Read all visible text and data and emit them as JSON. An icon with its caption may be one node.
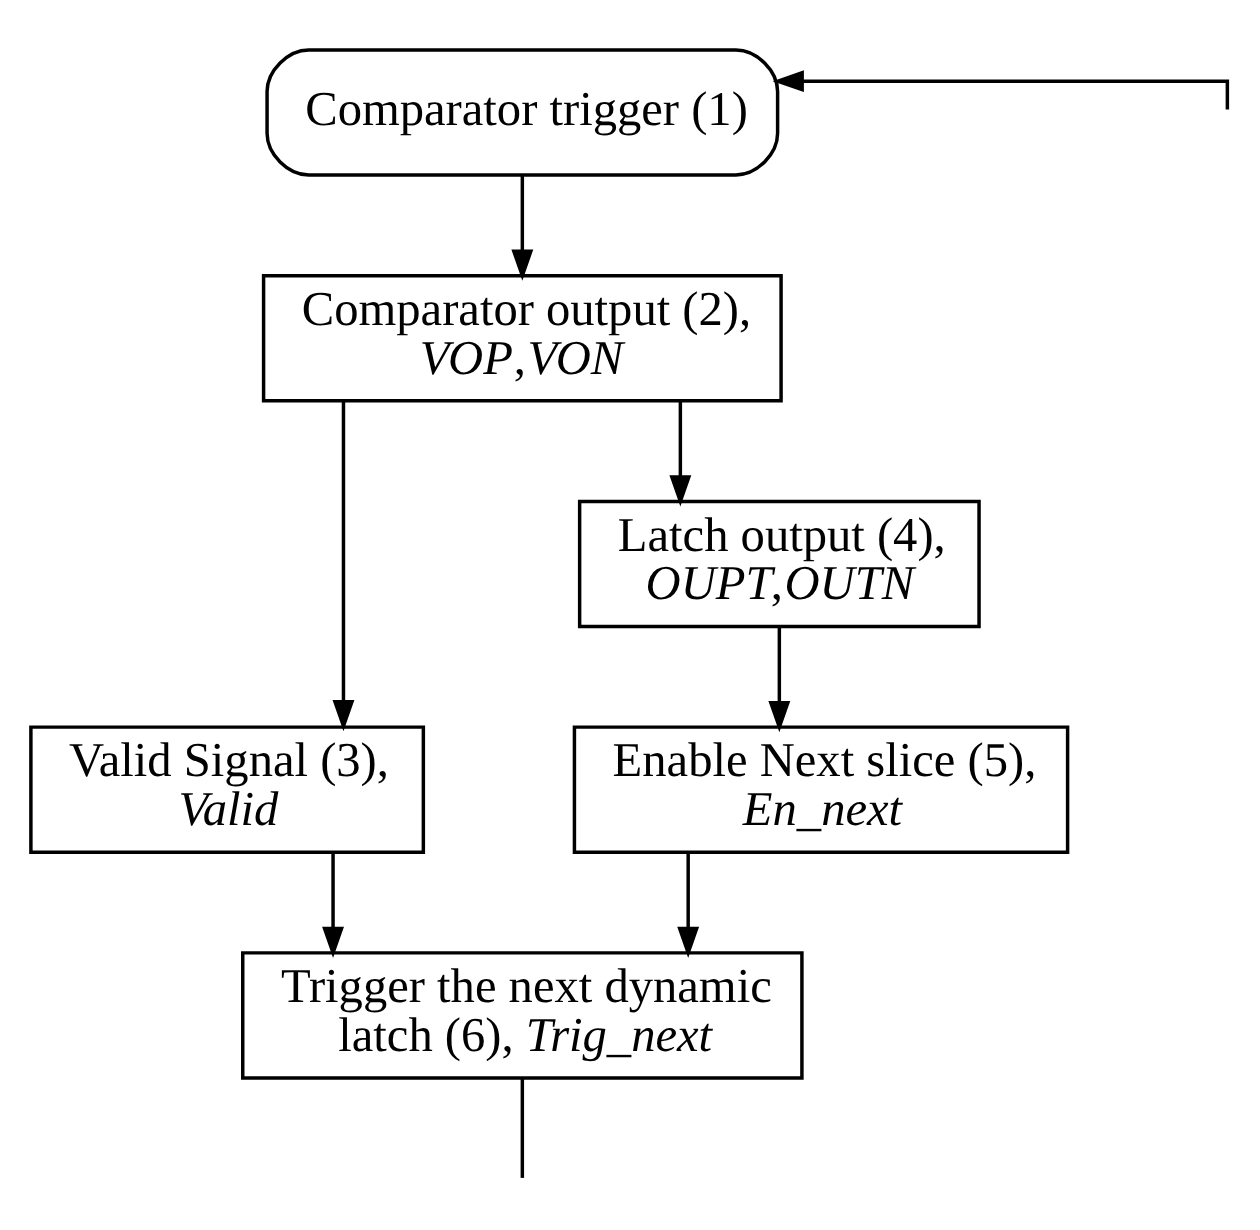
{
  "diagram": {
    "nodes": [
      {
        "text": [
          "Comparator trigger (1)"
        ]
      },
      {
        "text": [
          "Comparator output (2), *VOP*,*VON*"
        ]
      },
      {
        "text": [
          "Valid Signal (3), *Valid*"
        ]
      },
      {
        "text": [
          "Latch output (4), *OUPT*,*OUTN*"
        ]
      },
      {
        "text": [
          "Enable Next slice (5), *En_next*"
        ]
      },
      {
        "text": [
          "Trigger the next dynamic latch (6), *Trig_next*"
        ]
      }
    ],
    "edges": [
      {
        "from": 0,
        "to": 1,
        "arrow": "to"
      },
      {
        "from": 1,
        "to": 2,
        "arrow": "to"
      },
      {
        "from": 1,
        "to": 3,
        "arrow": "to"
      },
      {
        "from": 3,
        "to": 4,
        "arrow": "to"
      },
      {
        "from": 2,
        "to": 5,
        "arrow": "to"
      },
      {
        "from": 4,
        "to": 5,
        "arrow": "to"
      },
      {
        "from": 5,
        "to": null,
        "arrow": "none"
      },
      {
        "from": null,
        "to": 0,
        "arrow": "to"
      }
    ]
  }
}
